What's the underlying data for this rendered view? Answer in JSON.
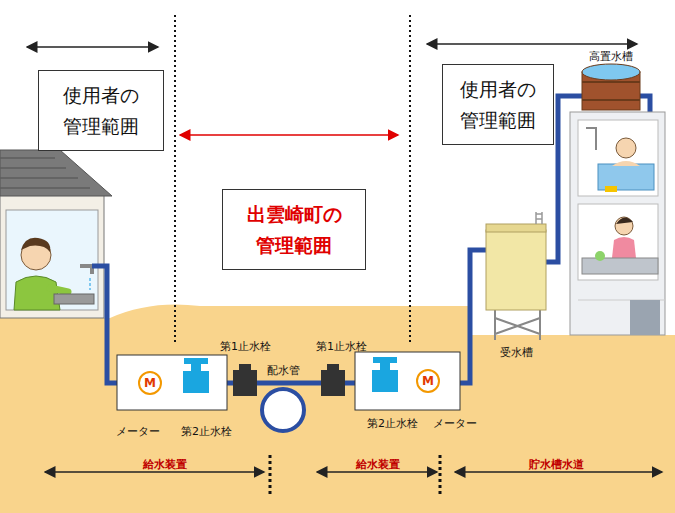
{
  "diagram": {
    "nodes": [
      {
        "text": [
          "使用者の 管理範囲"
        ]
      },
      {
        "text": [
          "出雲崎町の 管理範囲"
        ]
      },
      {
        "text": [
          "使用者の 管理範囲"
        ]
      },
      {
        "text": [
          "M"
        ]
      },
      {
        "text": [
          "M"
        ]
      }
    ],
    "labels": [
      "高置水槽",
      "受水槽",
      "第1止水栓",
      "第1止水栓",
      "配水管",
      "メーター",
      "第2止水栓",
      "第2止水栓",
      "メーター",
      "給水装置",
      "給水装置",
      "貯水槽水道"
    ]
  }
}
